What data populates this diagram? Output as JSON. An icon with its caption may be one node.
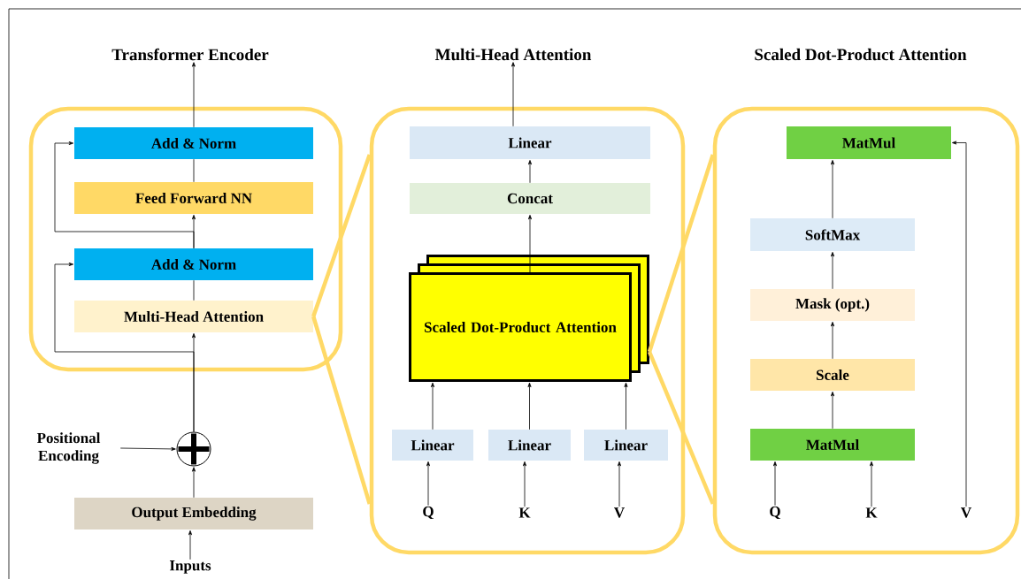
{
  "diagram": {
    "nodes": [
      {
        "text": [
          "Transformer Encoder"
        ]
      },
      {
        "text": [
          "Multi-Head Attention"
        ]
      },
      {
        "text": [
          "Scaled Dot-Product Attention"
        ]
      },
      {
        "text": [],
        "shape": "box"
      },
      {
        "text": [
          "Add & Norm"
        ],
        "in": 3
      },
      {
        "text": [
          "Feed Forward NN"
        ],
        "in": 3
      },
      {
        "text": [
          "Add & Norm"
        ],
        "in": 3
      },
      {
        "text": [
          "Multi-Head Attention"
        ],
        "in": 3
      },
      {
        "text": [
          "Positional Encoding"
        ]
      },
      {
        "text": [],
        "shape": "circle"
      },
      {
        "text": [
          "Output Embedding"
        ]
      },
      {
        "text": [
          "Inputs"
        ]
      },
      {
        "text": [],
        "shape": "box"
      },
      {
        "text": [
          "Linear"
        ],
        "in": 12
      },
      {
        "text": [
          "Concat"
        ],
        "in": 12
      },
      {
        "text": [
          "Scaled Dot-Product Attention"
        ],
        "in": 12
      },
      {
        "text": [
          "Linear"
        ],
        "in": 12
      },
      {
        "text": [
          "Linear"
        ],
        "in": 12
      },
      {
        "text": [
          "Linear"
        ],
        "in": 12
      },
      {
        "text": [
          "Q"
        ],
        "in": 12
      },
      {
        "text": [
          "K"
        ],
        "in": 12
      },
      {
        "text": [
          "V"
        ],
        "in": 12
      },
      {
        "text": [],
        "shape": "box"
      },
      {
        "text": [
          "MatMul"
        ],
        "in": 22
      },
      {
        "text": [
          "SoftMax"
        ],
        "in": 22
      },
      {
        "text": [
          "Mask (opt.)"
        ],
        "in": 22
      },
      {
        "text": [
          "Scale"
        ],
        "in": 22
      },
      {
        "text": [
          "MatMul"
        ],
        "in": 22
      },
      {
        "text": [
          "Q"
        ],
        "in": 22
      },
      {
        "text": [
          "K"
        ],
        "in": 22
      },
      {
        "text": [
          "V"
        ],
        "in": 22
      }
    ],
    "edges": [
      {
        "from": 11,
        "to": 10,
        "arrow": "to"
      },
      {
        "from": 10,
        "to": 9,
        "arrow": "to"
      },
      {
        "from": 8,
        "to": 9,
        "arrow": "to"
      },
      {
        "from": 9,
        "to": 7,
        "arrow": "to"
      },
      {
        "from": 9,
        "to": 6,
        "arrow": "to"
      },
      {
        "from": 7,
        "to": 6,
        "arrow": "none"
      },
      {
        "from": 6,
        "to": 5,
        "arrow": "to"
      },
      {
        "from": 6,
        "to": 4,
        "arrow": "to"
      },
      {
        "from": 5,
        "to": 4,
        "arrow": "none"
      },
      {
        "from": 4,
        "to": 0,
        "arrow": "to"
      },
      {
        "from": 7,
        "to": 12,
        "arrow": "none",
        "style": "thick",
        "color": "#ffd966"
      },
      {
        "from": 7,
        "to": 12,
        "arrow": "none",
        "style": "thick",
        "color": "#ffd966"
      },
      {
        "from": 19,
        "to": 16,
        "arrow": "to"
      },
      {
        "from": 20,
        "to": 17,
        "arrow": "to"
      },
      {
        "from": 21,
        "to": 18,
        "arrow": "to"
      },
      {
        "from": 16,
        "to": 15,
        "arrow": "to"
      },
      {
        "from": 17,
        "to": 15,
        "arrow": "to"
      },
      {
        "from": 18,
        "to": 15,
        "arrow": "to"
      },
      {
        "from": 15,
        "to": 14,
        "arrow": "to"
      },
      {
        "from": 14,
        "to": 13,
        "arrow": "to"
      },
      {
        "from": 13,
        "to": 1,
        "arrow": "to"
      },
      {
        "from": 15,
        "to": 22,
        "arrow": "none",
        "style": "thick",
        "color": "#ffd966"
      },
      {
        "from": 15,
        "to": 22,
        "arrow": "none",
        "style": "thick",
        "color": "#ffd966"
      },
      {
        "from": 28,
        "to": 27,
        "arrow": "to"
      },
      {
        "from": 29,
        "to": 27,
        "arrow": "to"
      },
      {
        "from": 27,
        "to": 26,
        "arrow": "to"
      },
      {
        "from": 26,
        "to": 25,
        "arrow": "to"
      },
      {
        "from": 25,
        "to": 24,
        "arrow": "to"
      },
      {
        "from": 24,
        "to": 23,
        "arrow": "to"
      },
      {
        "from": 30,
        "to": 23,
        "arrow": "to"
      }
    ]
  }
}
